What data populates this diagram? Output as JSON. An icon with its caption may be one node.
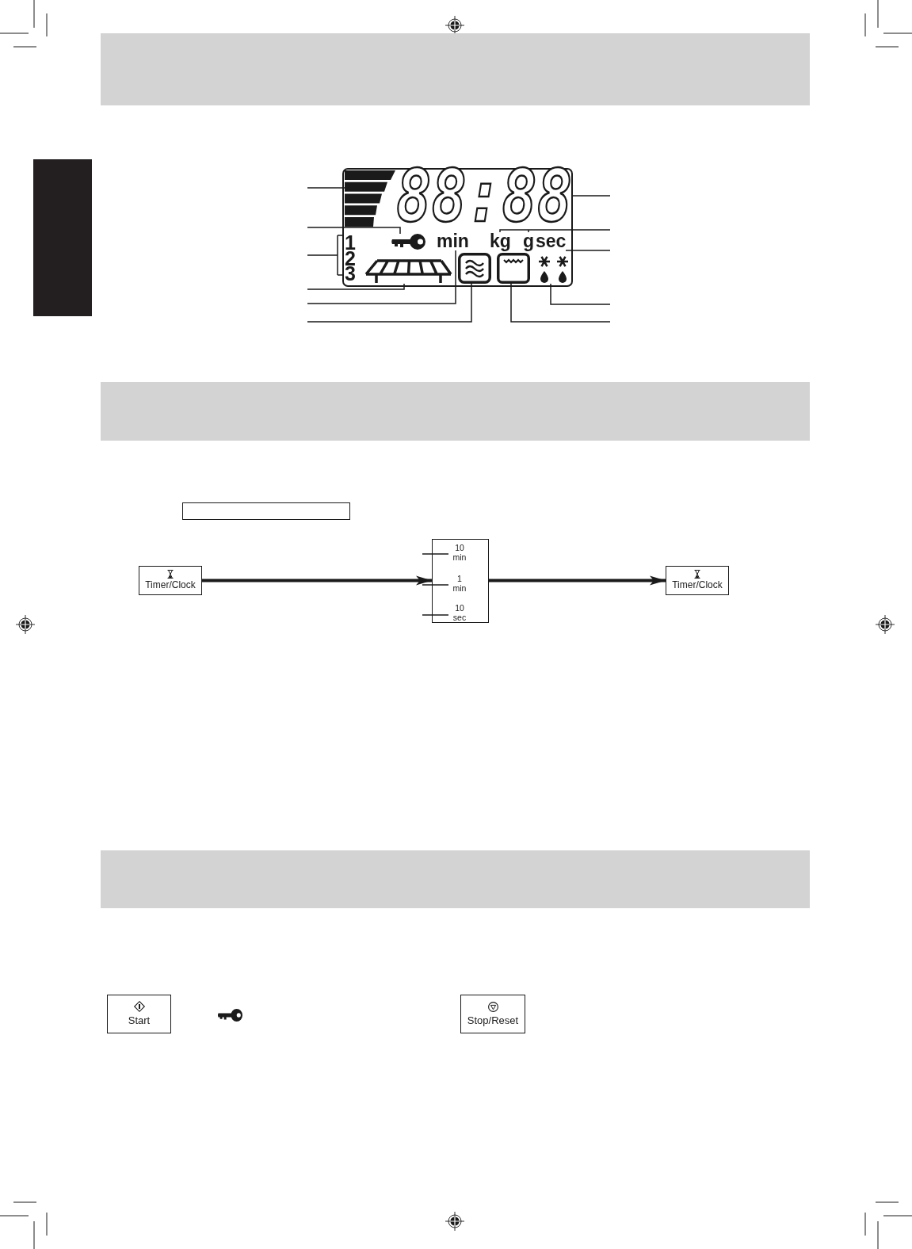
{
  "diagram": {
    "nodes": [
      {
        "text": [],
        "shape": "box"
      },
      {
        "text": [],
        "shape": "box"
      },
      {
        "text": [],
        "shape": "box"
      },
      {
        "text": [],
        "shape": "bar",
        "in": 2
      },
      {
        "text": [
          "88:88"
        ],
        "in": 2
      },
      {
        "text": [],
        "shape": "picture",
        "in": 2
      },
      {
        "text": [
          "1",
          "2",
          "3"
        ],
        "in": 2
      },
      {
        "text": [
          "min"
        ],
        "in": 2
      },
      {
        "text": [
          "kg",
          "g"
        ],
        "in": 2
      },
      {
        "text": [
          "sec"
        ],
        "in": 2
      },
      {
        "text": [],
        "shape": "picture",
        "in": 2
      },
      {
        "text": [],
        "shape": "picture",
        "in": 2
      },
      {
        "text": [],
        "shape": "picture",
        "in": 2
      },
      {
        "text": [],
        "shape": "picture",
        "in": 2
      },
      {
        "text": [],
        "shape": "box"
      },
      {
        "text": [
          "Timer/Clock"
        ]
      },
      {
        "text": [],
        "shape": "box"
      },
      {
        "text": [
          "10 min"
        ],
        "in": 16
      },
      {
        "text": [
          "1 min"
        ],
        "in": 16
      },
      {
        "text": [
          "10 sec"
        ],
        "in": 16
      },
      {
        "text": [
          "Timer/Clock"
        ]
      },
      {
        "text": [],
        "shape": "box"
      },
      {
        "text": [
          "Start"
        ]
      },
      {
        "text": [
          "Stop/Reset"
        ]
      }
    ],
    "edges": [
      {
        "from": null,
        "to": 3,
        "arrow": "none"
      },
      {
        "from": null,
        "to": 5,
        "arrow": "none"
      },
      {
        "from": null,
        "to": 6,
        "arrow": "none"
      },
      {
        "from": null,
        "to": 10,
        "arrow": "none"
      },
      {
        "from": null,
        "to": 7,
        "arrow": "none"
      },
      {
        "from": null,
        "to": 11,
        "arrow": "none"
      },
      {
        "from": null,
        "to": 4,
        "arrow": "none"
      },
      {
        "from": null,
        "to": 8,
        "arrow": "none"
      },
      {
        "from": null,
        "to": 9,
        "arrow": "none"
      },
      {
        "from": null,
        "to": 13,
        "arrow": "none"
      },
      {
        "from": null,
        "to": 12,
        "arrow": "none"
      },
      {
        "from": 15,
        "to": 16,
        "arrow": "to",
        "style": "thick"
      },
      {
        "from": 16,
        "to": 20,
        "arrow": "to",
        "style": "thick"
      },
      {
        "from": null,
        "to": 17,
        "arrow": "none"
      },
      {
        "from": null,
        "to": 18,
        "arrow": "none"
      },
      {
        "from": null,
        "to": 19,
        "arrow": "none"
      }
    ]
  }
}
